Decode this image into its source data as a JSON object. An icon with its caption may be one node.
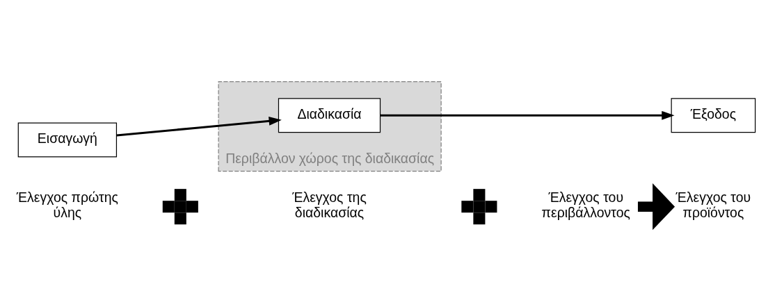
{
  "diagram": {
    "nodes": [
      {
        "text": [
          "Εισαγωγή"
        ]
      },
      {
        "text": [
          "Περιβάλλον χώρος της διαδικασίας"
        ]
      },
      {
        "text": [
          "Διαδικασία"
        ],
        "in": 1
      },
      {
        "text": [
          "Έξοδος"
        ]
      },
      {
        "text": [
          "Έλεγχος πρώτης ύλης"
        ]
      },
      {
        "text": [],
        "shape": "plus"
      },
      {
        "text": [
          "Έλεγχος της διαδικασίας"
        ]
      },
      {
        "text": [],
        "shape": "plus"
      },
      {
        "text": [
          "Έλεγχος του περιβάλλοντος"
        ]
      },
      {
        "text": [
          "Έλεγχος του προϊόντος"
        ]
      }
    ],
    "edges": [
      {
        "from": 0,
        "to": 2,
        "arrow": "to"
      },
      {
        "from": 2,
        "to": 3,
        "arrow": "to"
      },
      {
        "from": 8,
        "to": 9,
        "arrow": "to",
        "style": "thick"
      }
    ]
  }
}
